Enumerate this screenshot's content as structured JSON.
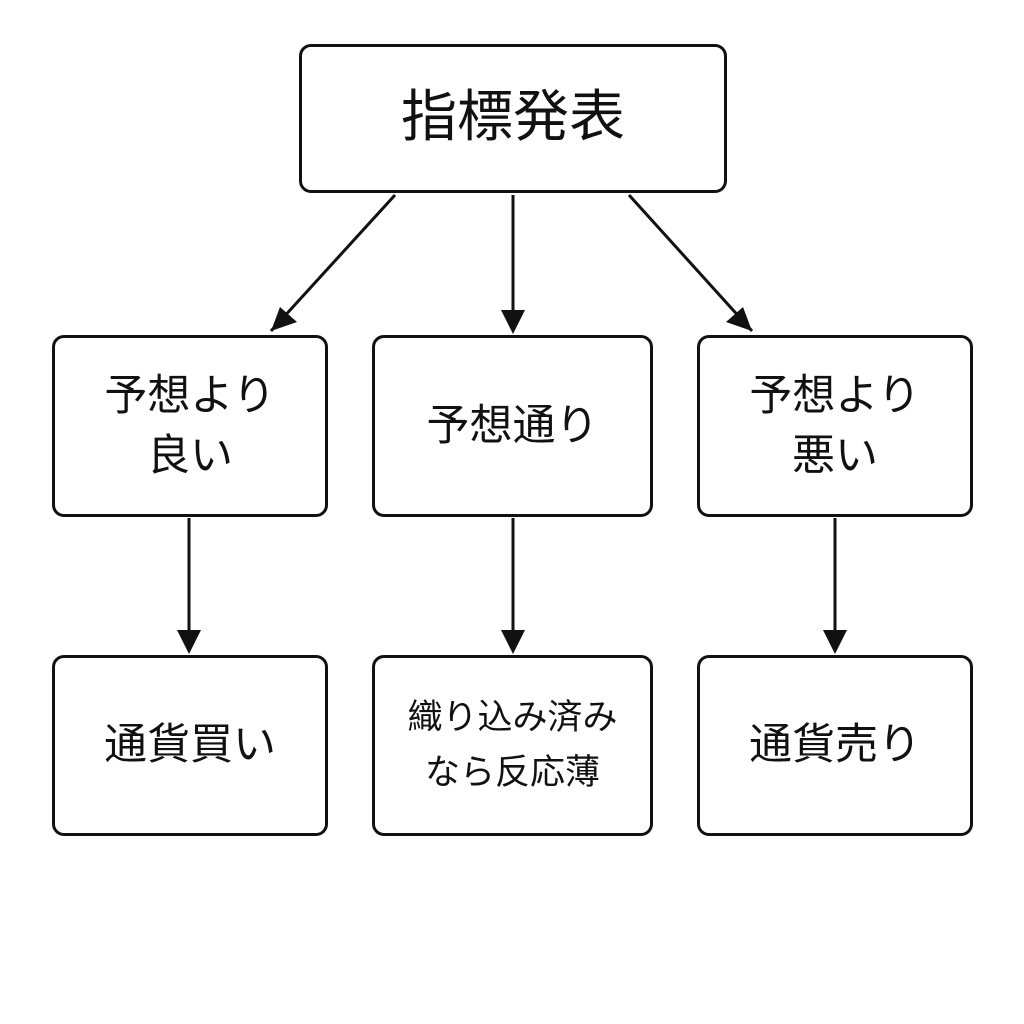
{
  "diagram": {
    "root": {
      "label": "指標発表"
    },
    "branches": [
      {
        "id": "better",
        "lines": [
          "予想より",
          "良い"
        ],
        "outcome_lines": [
          "通貨買い"
        ]
      },
      {
        "id": "asexpected",
        "lines": [
          "予想通り"
        ],
        "outcome_lines": [
          "織り込み済み",
          "なら反応薄"
        ]
      },
      {
        "id": "worse",
        "lines": [
          "予想より",
          "悪い"
        ],
        "outcome_lines": [
          "通貨売り"
        ]
      }
    ],
    "colors": {
      "stroke": "#111111",
      "background": "#ffffff",
      "text": "#111111"
    }
  }
}
